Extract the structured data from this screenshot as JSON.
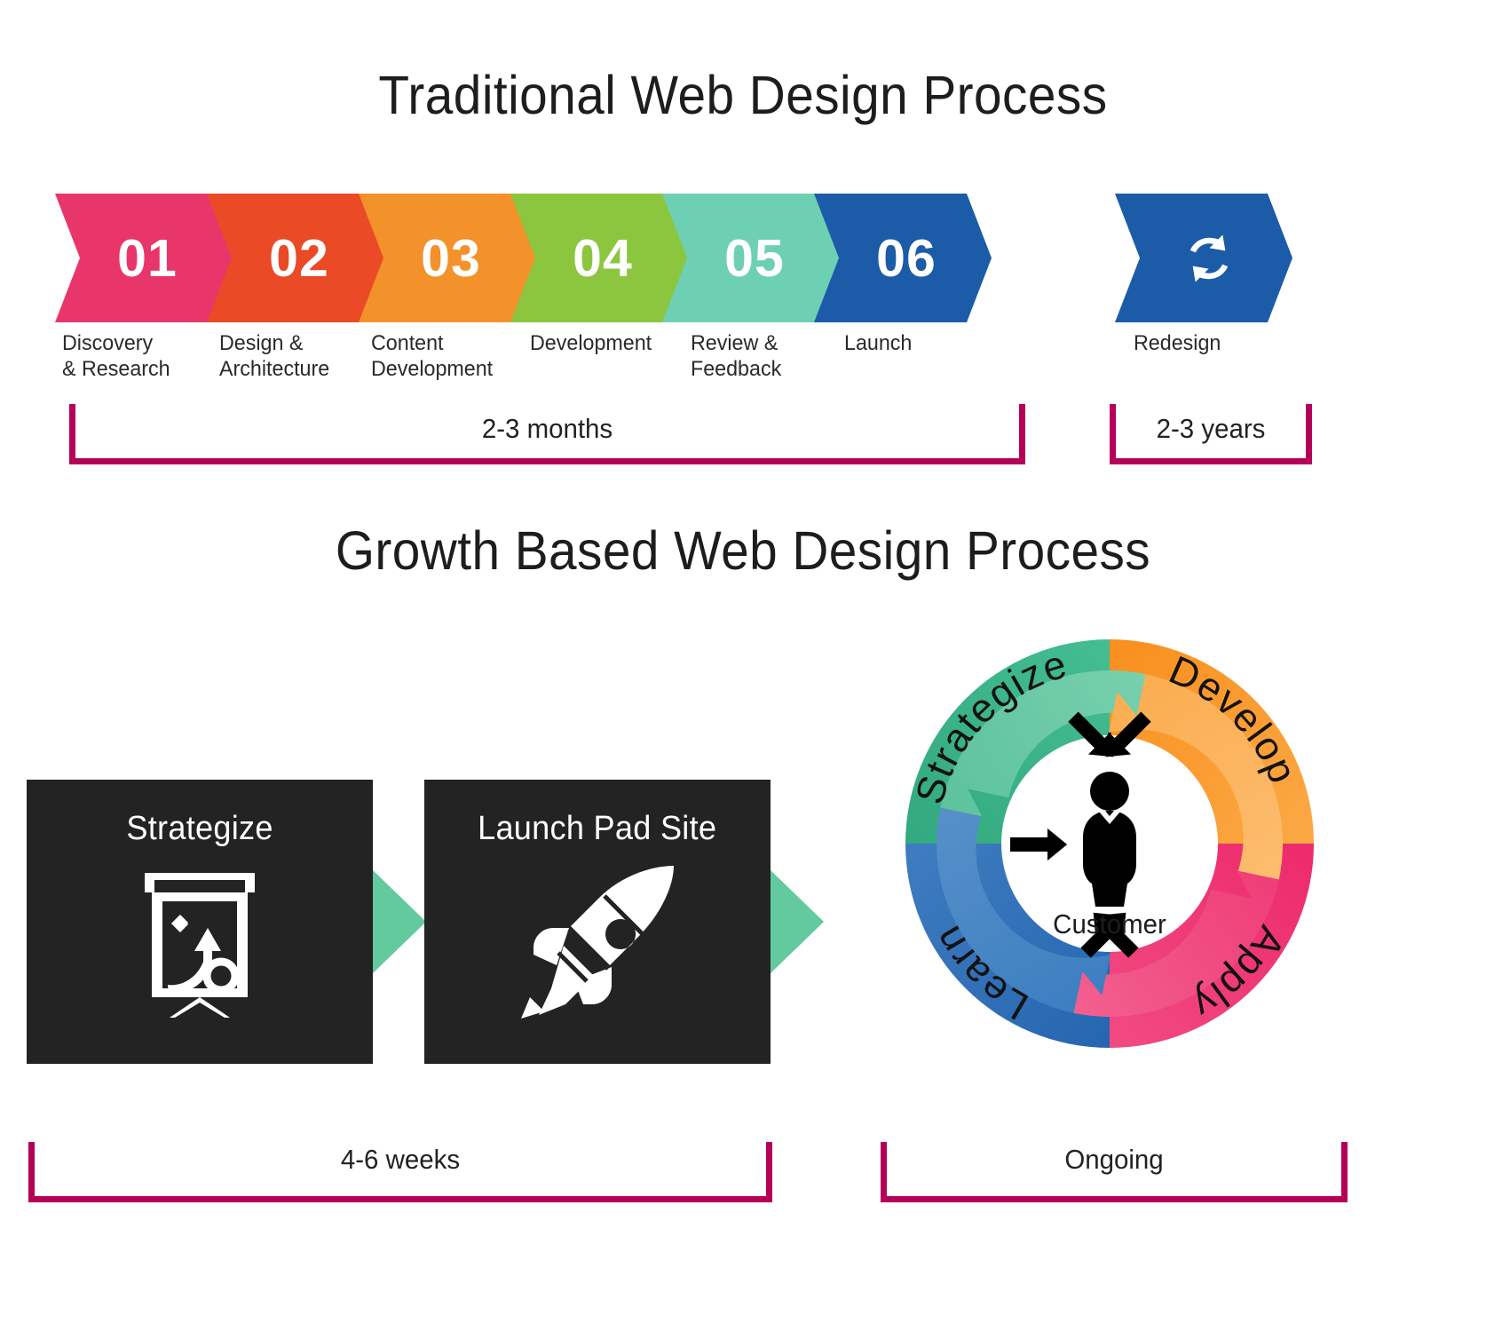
{
  "sections": {
    "traditional": {
      "title": "Traditional Web Design Process",
      "steps": [
        {
          "number": "01",
          "label": "Discovery\n& Research",
          "color": "#e8366a"
        },
        {
          "number": "02",
          "label": "Design &\nArchitecture",
          "color": "#ea4a26"
        },
        {
          "number": "03",
          "label": "Content\nDevelopment",
          "color": "#f3912a"
        },
        {
          "number": "04",
          "label": "Development",
          "color": "#8cc63f"
        },
        {
          "number": "05",
          "label": "Review &\nFeedback",
          "color": "#6ed0b2"
        },
        {
          "number": "06",
          "label": "Launch",
          "color": "#1c5ba8"
        }
      ],
      "redesign": {
        "label": "Redesign",
        "icon": "refresh-cycle-icon",
        "color": "#1c5ba8"
      },
      "duration_main": "2-3 months",
      "duration_redesign": "2-3 years"
    },
    "growth": {
      "title": "Growth Based Web Design Process",
      "cards": [
        {
          "title": "Strategize",
          "icon": "strategy-board-icon"
        },
        {
          "title": "Launch Pad Site",
          "icon": "rocket-icon"
        }
      ],
      "connector_icon": "arrow-right-icon",
      "connector_color": "#63c99f",
      "duration_cards": "4-6 weeks",
      "duration_cycle": "Ongoing",
      "cycle": {
        "center_label": "Customer",
        "center_icon": "customer-inward-arrows-icon",
        "quadrants": [
          {
            "label": "Strategize",
            "color": "#3cb489",
            "color_inner": "#6dc9a3"
          },
          {
            "label": "Develop",
            "color": "#f79a2b",
            "color_inner": "#fbb861"
          },
          {
            "label": "Apply",
            "color": "#ed2a6b",
            "color_inner": "#f04a80"
          },
          {
            "label": "Learn",
            "color": "#2a6cb5",
            "color_inner": "#4d86c4"
          }
        ]
      }
    }
  },
  "theme": {
    "bracket_color": "#b50059",
    "card_bg": "#232323",
    "text_color": "#1d1d1d",
    "background": "#ffffff"
  }
}
